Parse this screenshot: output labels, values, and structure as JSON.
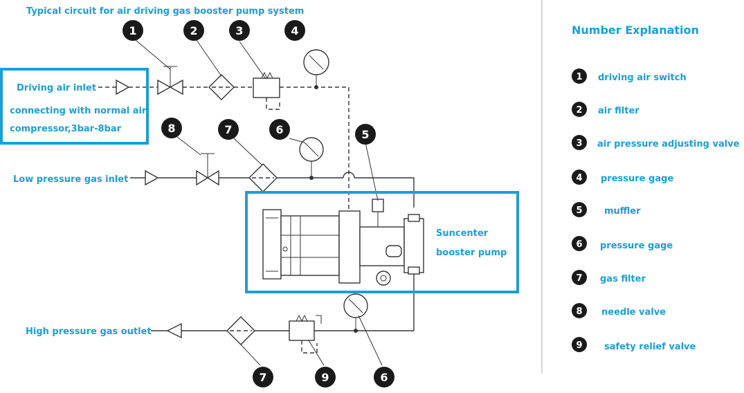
{
  "title": "Typical circuit for air driving gas booster pump system",
  "labels": {
    "driving_air_inlet": "Driving air inlet",
    "connecting_line1": "connecting with normal air",
    "connecting_line2": "compressor,3bar-8bar",
    "low_pressure_inlet": "Low pressure gas inlet",
    "high_pressure_outlet": "High pressure gas outlet",
    "pump_line1": "Suncenter",
    "pump_line2": "booster pump"
  },
  "callouts": [
    "1",
    "2",
    "3",
    "4",
    "8",
    "7",
    "6",
    "5",
    "7",
    "9",
    "6"
  ],
  "legend": {
    "title": "Number Explanation",
    "items": [
      {
        "num": "1",
        "text": "driving air switch"
      },
      {
        "num": "2",
        "text": "air filter"
      },
      {
        "num": "3",
        "text": "air pressure adjusting valve"
      },
      {
        "num": "4",
        "text": "pressure gage"
      },
      {
        "num": "5",
        "text": "muffler"
      },
      {
        "num": "6",
        "text": "pressure gage"
      },
      {
        "num": "7",
        "text": "gas filter"
      },
      {
        "num": "8",
        "text": "needle valve"
      },
      {
        "num": "9",
        "text": "safety relief valve"
      }
    ]
  },
  "colors": {
    "accent": "#1a9fd6",
    "line": "#333333",
    "badge": "#1a1a1a"
  }
}
